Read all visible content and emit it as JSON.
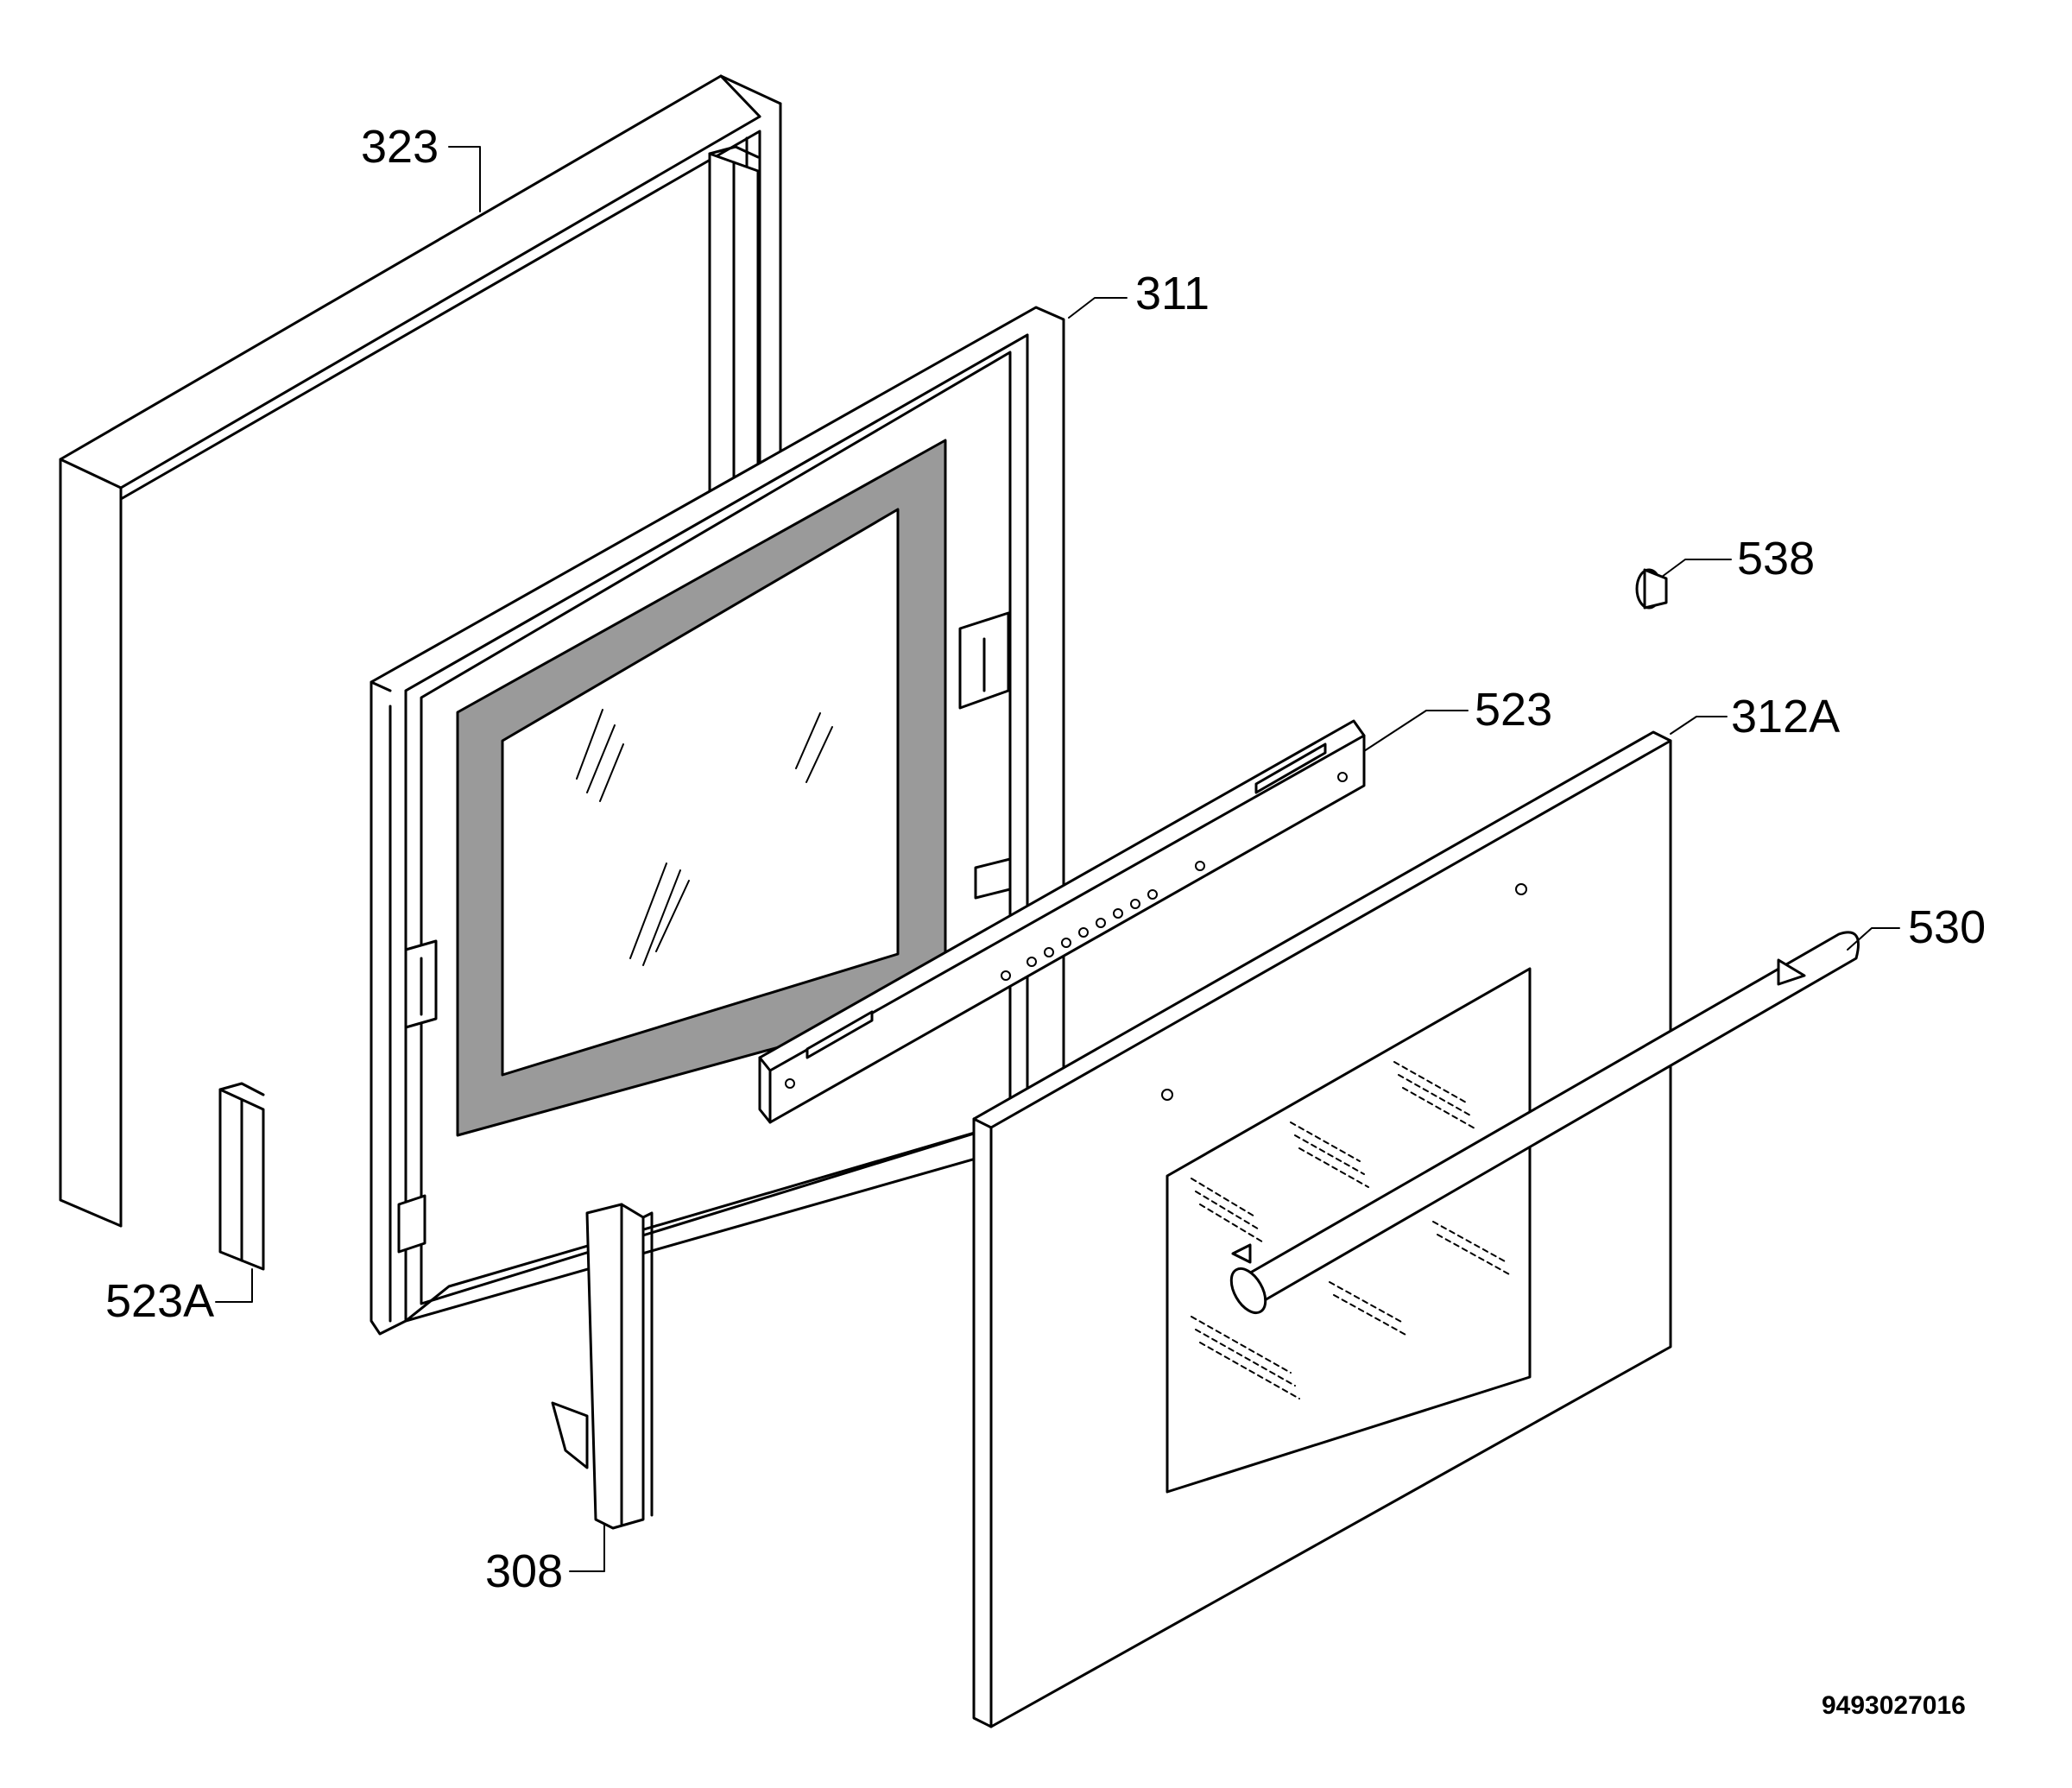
{
  "parts": [
    {
      "id": "part-323",
      "label": "323"
    },
    {
      "id": "part-311",
      "label": "311"
    },
    {
      "id": "part-538",
      "label": "538"
    },
    {
      "id": "part-523",
      "label": "523"
    },
    {
      "id": "part-312a",
      "label": "312A"
    },
    {
      "id": "part-530",
      "label": "530"
    },
    {
      "id": "part-523a",
      "label": "523A"
    },
    {
      "id": "part-308",
      "label": "308"
    }
  ],
  "drawing_number": "9493027016"
}
